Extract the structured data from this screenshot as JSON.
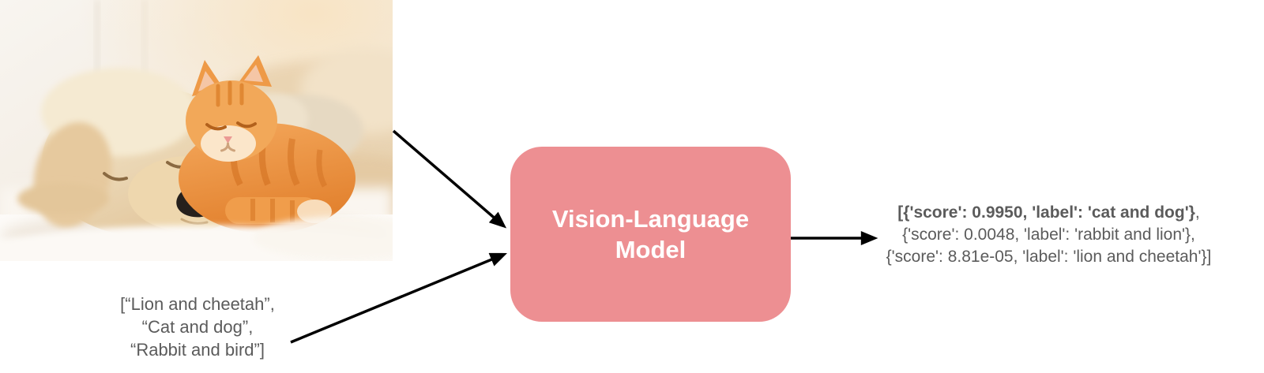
{
  "photo": {
    "description": "Sleeping cream puppy cuddling a sleeping ginger tabby kitten on a white fluffy blanket"
  },
  "prompt_list": {
    "lines": [
      "[“Lion and cheetah”,",
      "“Cat and dog”,",
      "“Rabbit and bird”]"
    ]
  },
  "model": {
    "title_line1": "Vision-Language",
    "title_line2": "Model"
  },
  "output": {
    "line1_bold": "[{'score': 0.9950, 'label': 'cat and dog'}",
    "line1_tail": ",",
    "line2": "{'score': 0.0048, 'label': 'rabbit and lion'},",
    "line3": "{'score': 8.81e-05, 'label': 'lion and cheetah'}]"
  },
  "colors": {
    "model_pink": "#ED8F92",
    "model_text": "#FFFFFF",
    "text_gray": "#5B5B5B",
    "arrow_black": "#000000"
  }
}
